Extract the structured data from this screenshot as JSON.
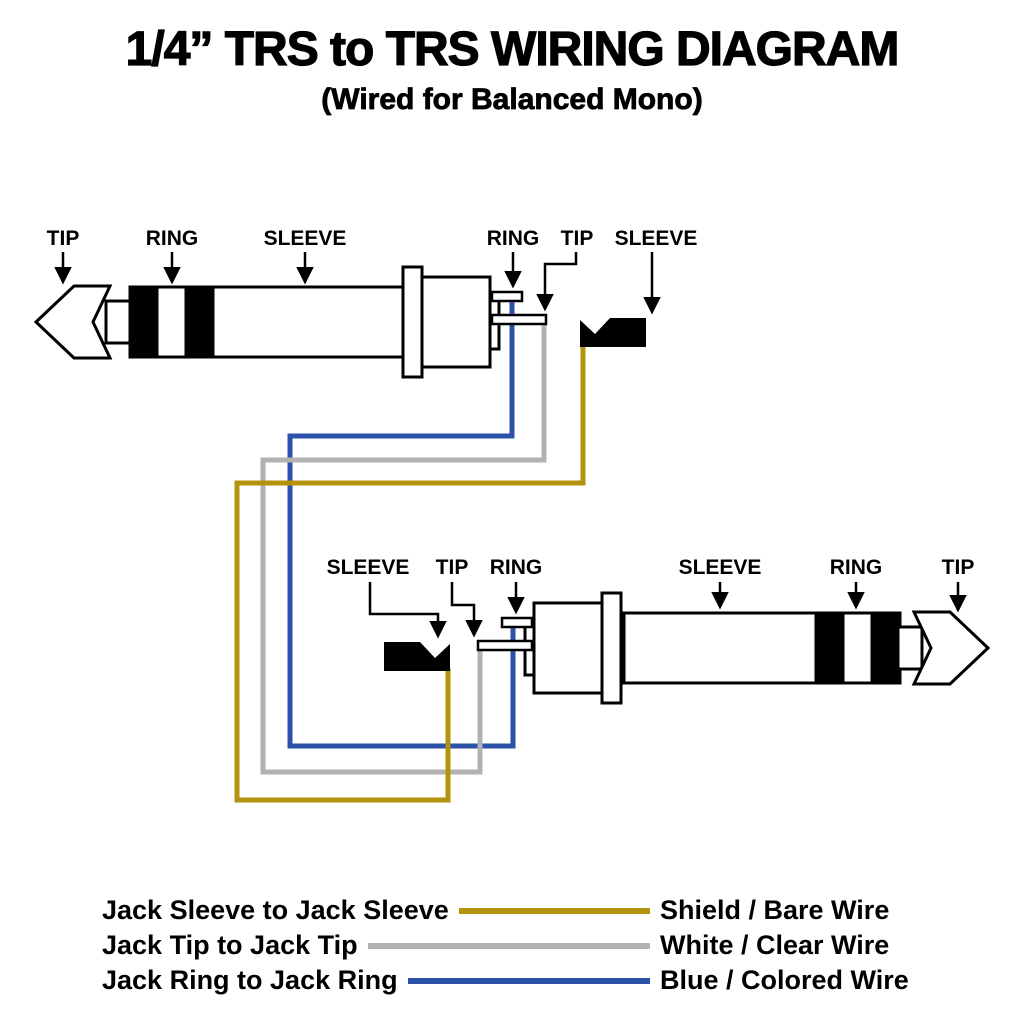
{
  "title": "1/4” TRS to TRS WIRING DIAGRAM",
  "subtitle": "(Wired for Balanced Mono)",
  "colors": {
    "shield": "#B3920E",
    "white": "#B2B2B2",
    "blue": "#2B52A8",
    "outline": "#000000"
  },
  "top_plug": {
    "tip": "TIP",
    "ring": "RING",
    "sleeve": "SLEEVE"
  },
  "top_terminals": {
    "ring": "RING",
    "tip": "TIP",
    "sleeve": "SLEEVE"
  },
  "bottom_terminals": {
    "sleeve": "SLEEVE",
    "tip": "TIP",
    "ring": "RING"
  },
  "bottom_plug": {
    "sleeve": "SLEEVE",
    "ring": "RING",
    "tip": "TIP"
  },
  "legend": [
    {
      "connection": "Jack Sleeve to Jack Sleeve",
      "wire": "Shield / Bare Wire"
    },
    {
      "connection": "Jack Tip to Jack Tip",
      "wire": "White / Clear Wire"
    },
    {
      "connection": "Jack Ring to Jack Ring",
      "wire": "Blue / Colored Wire"
    }
  ]
}
